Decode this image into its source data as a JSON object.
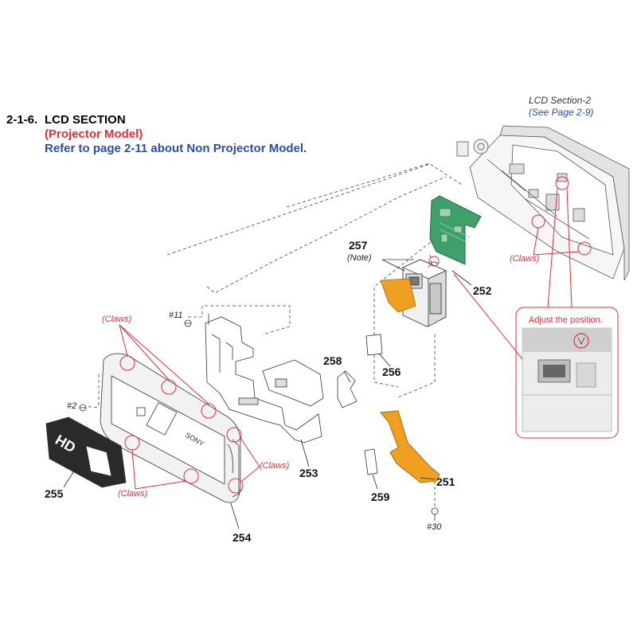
{
  "header": {
    "section_number": "2-1-6.",
    "section_title": "LCD SECTION",
    "subtitle_model": "(Projector Model)",
    "subtitle_refer": "Refer to page 2-11 about Non Projector Model."
  },
  "reference": {
    "name": "LCD Section-2",
    "see_page": "(See Page 2-9)"
  },
  "parts": {
    "p251": "251",
    "p252": "252",
    "p253": "253",
    "p254": "254",
    "p255": "255",
    "p256": "256",
    "p257": "257",
    "p258": "258",
    "p259": "259"
  },
  "note_label": "(Note)",
  "screws": {
    "s2": "#2",
    "s11": "#11",
    "s30": "#30"
  },
  "claws_label": "(Claws)",
  "detail": {
    "adjust_label": "Adjust the position."
  },
  "colors": {
    "annotation_red": "#e0303a",
    "reference_blue": "#2a4ea6",
    "board_green": "#3fa06a",
    "flex_orange": "#f0a020"
  }
}
